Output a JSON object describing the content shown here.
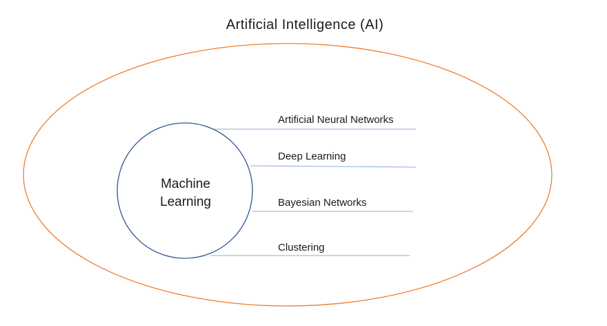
{
  "title": "Artificial Intelligence (AI)",
  "center": {
    "line1": "Machine",
    "line2": "Learning"
  },
  "branches": [
    {
      "label": "Artificial Neural Networks"
    },
    {
      "label": "Deep Learning"
    },
    {
      "label": "Bayesian Networks"
    },
    {
      "label": "Clustering"
    }
  ],
  "colors": {
    "outer_ellipse": "#ED7D31",
    "inner_circle": "#2F5597",
    "connector_lines": "#8FAADC",
    "text": "#1a1a1a"
  }
}
